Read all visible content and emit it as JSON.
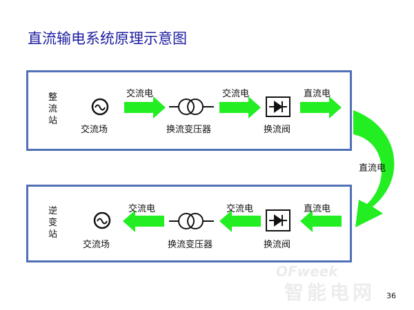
{
  "title": "直流输电系统原理示意图",
  "rectifier": {
    "station": "整流站",
    "arrows": [
      "交流电",
      "交流电",
      "直流电"
    ],
    "components": [
      "交流场",
      "换流变压器",
      "换流阀"
    ]
  },
  "link_label": "直流电",
  "inverter": {
    "station": "逆变站",
    "arrows": [
      "交流电",
      "交流电",
      "直流电"
    ],
    "components": [
      "交流场",
      "换流变压器",
      "换流阀"
    ]
  },
  "watermark": {
    "brand": "OFweek",
    "site": "智能电网"
  },
  "page_number": "36",
  "colors": {
    "title": "#1c1ca0",
    "arrow": "#22ee22",
    "border": "#4f6fb6"
  }
}
